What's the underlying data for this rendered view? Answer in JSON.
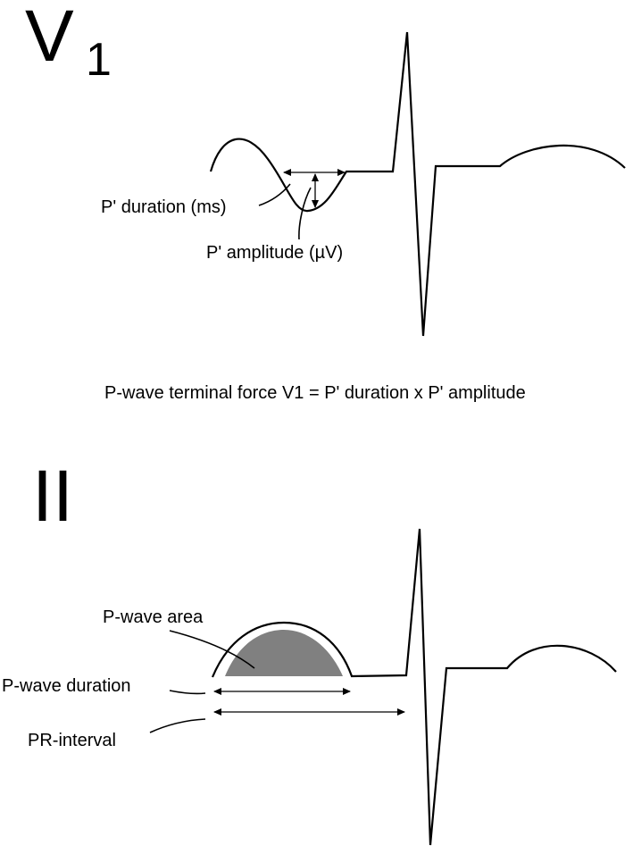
{
  "leads": {
    "v1": {
      "letter": "V",
      "subscript": "1"
    },
    "ii": {
      "name": "II"
    }
  },
  "labels": {
    "p_prime_duration": "P' duration (ms)",
    "p_prime_amplitude": "P' amplitude (µV)",
    "ptf_formula": "P-wave terminal force V1 = P' duration x P' amplitude",
    "p_wave_area": "P-wave area",
    "p_wave_duration": "P-wave duration",
    "pr_interval": "PR-interval"
  },
  "colors": {
    "trace": "#000000",
    "p_wave_area_fill": "#808080",
    "background": "#ffffff"
  }
}
